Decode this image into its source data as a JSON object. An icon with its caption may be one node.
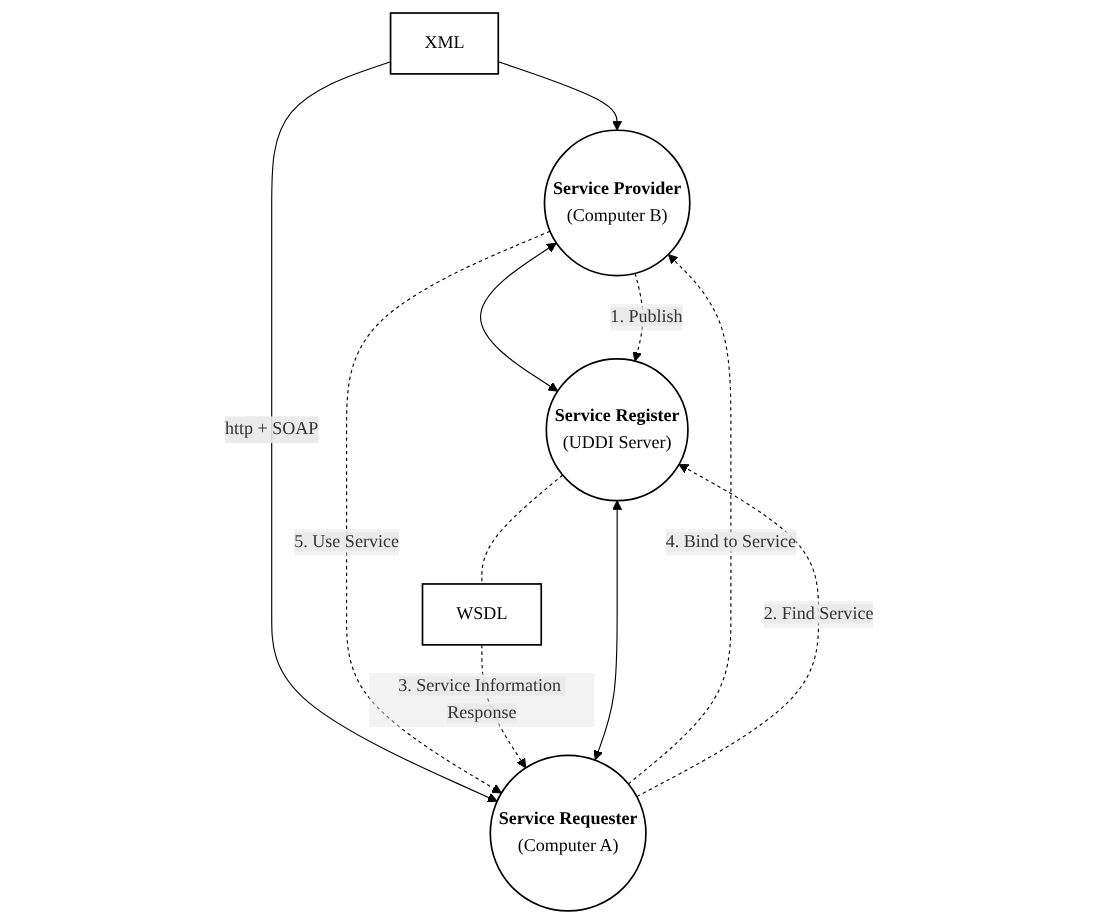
{
  "diagram": {
    "nodes": [
      {
        "text": [
          "Service Provider",
          "(Computer B)"
        ]
      },
      {
        "text": [
          "Service Requester",
          "(Computer A)"
        ]
      },
      {
        "text": [
          "Service Register",
          "(UDDI Server)"
        ]
      },
      {
        "text": [
          "XML"
        ]
      },
      {
        "text": [
          "WSDL"
        ]
      }
    ],
    "edges": [
      {
        "from": 3,
        "to": 1,
        "arrow": "to",
        "label": "http + SOAP"
      },
      {
        "from": 3,
        "to": 0,
        "arrow": "to"
      },
      {
        "from": 0,
        "to": 2,
        "arrow": "both"
      },
      {
        "from": 1,
        "to": 2,
        "arrow": "both"
      },
      {
        "from": 1,
        "to": 0,
        "arrow": "to",
        "style": "dashed",
        "label": "4. Bind to Service"
      },
      {
        "from": 0,
        "to": 1,
        "arrow": "to",
        "style": "dashed",
        "label": "5. Use Service"
      },
      {
        "from": 0,
        "to": 2,
        "arrow": "to",
        "style": "dashed",
        "label": "1. Publish"
      },
      {
        "from": 1,
        "to": 2,
        "arrow": "to",
        "style": "dashed",
        "label": "2. Find Service"
      },
      {
        "from": 2,
        "to": 4,
        "arrow": "none",
        "style": "dashed"
      },
      {
        "from": 4,
        "to": 1,
        "arrow": "to",
        "style": "dashed",
        "label": "3. Service Information Response"
      }
    ]
  }
}
